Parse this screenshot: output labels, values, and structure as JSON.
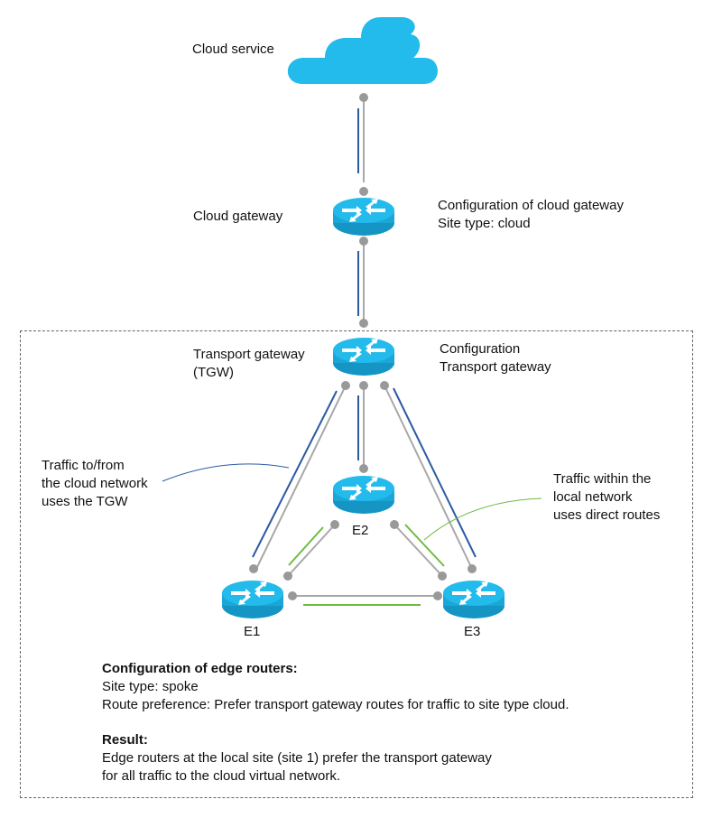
{
  "colors": {
    "device": "#22bbeb",
    "device_dark": "#1595c4",
    "connector": "#999999",
    "link_gray": "#a8a8a8",
    "tgw_traffic": "#2b5aa3",
    "local_traffic": "#6dbb3d",
    "site_border": "#666666"
  },
  "nodes": {
    "cloud": {
      "label": "Cloud service",
      "icon": "cloud-icon"
    },
    "cloud_gateway": {
      "label": "Cloud gateway",
      "icon": "router-icon",
      "config_title": "Configuration of cloud gateway",
      "config_site_type": "Site type: cloud"
    },
    "tgw": {
      "label_line1": "Transport gateway",
      "label_line2": "(TGW)",
      "icon": "router-icon",
      "config_line1": "Configuration",
      "config_line2": "Transport gateway"
    },
    "e1": {
      "label": "E1",
      "icon": "router-icon"
    },
    "e2": {
      "label": "E2",
      "icon": "router-icon"
    },
    "e3": {
      "label": "E3",
      "icon": "router-icon"
    }
  },
  "annotations": {
    "tgw_traffic": [
      "Traffic to/from",
      "the cloud network",
      "uses the TGW"
    ],
    "local_traffic": [
      "Traffic within the",
      "local network",
      "uses direct routes"
    ]
  },
  "edge_config": {
    "title": "Configuration of edge routers:",
    "site_type": "Site type: spoke",
    "route_preference": "Route preference: Prefer transport gateway routes for traffic to site type cloud."
  },
  "result": {
    "title": "Result:",
    "line1": "Edge routers at the local site (site 1) prefer the transport gateway",
    "line2": "for all traffic to the cloud virtual network."
  }
}
